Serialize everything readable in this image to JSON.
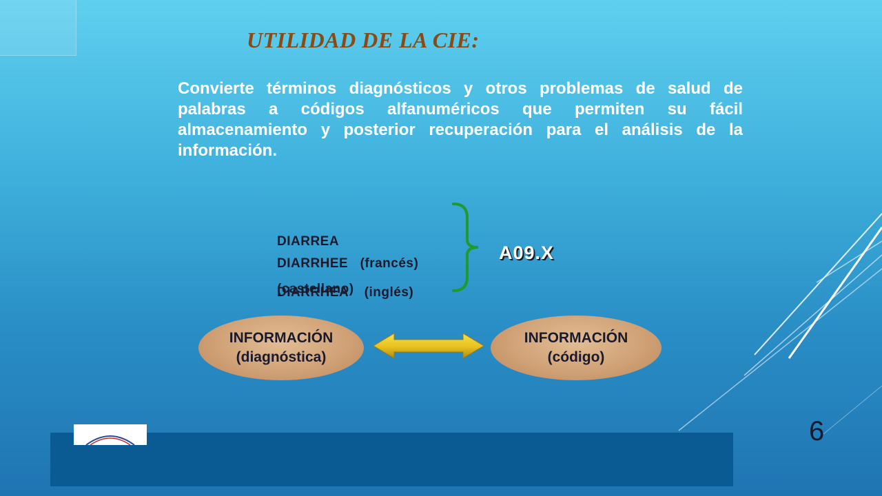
{
  "slide": {
    "title": "UTILIDAD DE LA CIE:",
    "body": "Convierte términos diagnósticos y otros problemas de salud de palabras a códigos alfanuméricos que permiten su fácil almacenamiento y posterior recuperación para el análisis de la información.",
    "languages": [
      {
        "line1": "DIARREA",
        "line2": "(castellano)"
      },
      {
        "line1": "DIARRHEE   (francés)"
      },
      {
        "line1": "DIARRHEA    (inglés)"
      }
    ],
    "code": "A09.X",
    "info_left": {
      "line1": "INFORMACIÓN",
      "line2": "(diagnóstica)"
    },
    "info_right": {
      "line1": "INFORMACIÓN",
      "line2": "(código)"
    },
    "page_number": "6"
  },
  "colors": {
    "title": "#8a4a14",
    "brace": "#1e9a2e",
    "arrow": "#e8c020",
    "ellipse": "#cf9f74",
    "footer_bar": "#0a5a94"
  },
  "icons": {
    "brace": "curly-brace-icon",
    "arrow": "double-arrow-icon"
  }
}
